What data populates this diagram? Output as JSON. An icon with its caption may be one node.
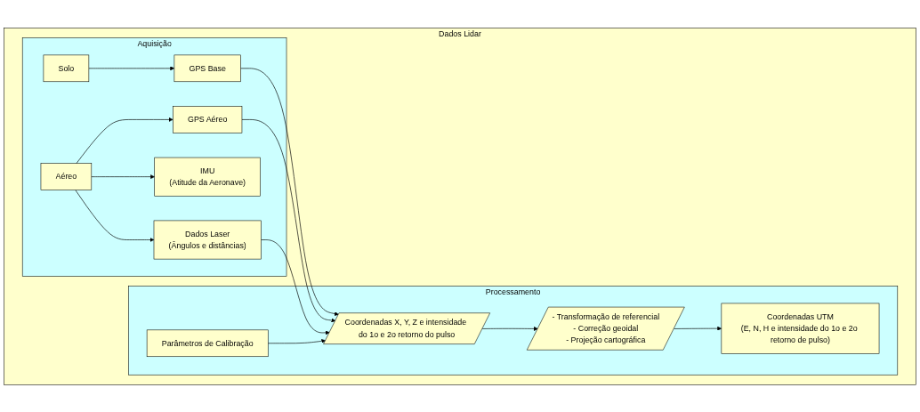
{
  "diagram": {
    "nodes": [
      {
        "text": [
          "Dados Lidar"
        ]
      },
      {
        "text": [
          "Aquisição"
        ],
        "in": 0
      },
      {
        "text": [
          "Solo"
        ],
        "in": 1
      },
      {
        "text": [
          "GPS Base"
        ],
        "in": 1
      },
      {
        "text": [
          "Aéreo"
        ],
        "in": 1
      },
      {
        "text": [
          "GPS Aéreo"
        ],
        "in": 1
      },
      {
        "text": [
          "IMU",
          "(Atitude da Aeronave)"
        ],
        "in": 1
      },
      {
        "text": [
          "Dados Laser",
          "(Ângulos e distâncias)"
        ],
        "in": 1
      },
      {
        "text": [
          "Processamento"
        ],
        "in": 0
      },
      {
        "text": [
          "Coordenadas X, Y, Z e intensidade do 1o e 2o retorno do pulso"
        ],
        "in": 8
      },
      {
        "text": [
          "- Transformação de referencial",
          "- Correção geoidal",
          "- Projeção cartográfica"
        ],
        "in": 8
      },
      {
        "text": [
          "Parâmetros de Calibração"
        ],
        "in": 8
      },
      {
        "text": [
          "Coordenadas UTM",
          "(E, N, H e intensidade do 1o e 2o retorno de pulso)"
        ],
        "in": 8
      }
    ],
    "edges": [
      {
        "from": 2,
        "to": 3,
        "arrow": "to"
      },
      {
        "from": 4,
        "to": 5,
        "arrow": "to"
      },
      {
        "from": 4,
        "to": 6,
        "arrow": "to"
      },
      {
        "from": 4,
        "to": 7,
        "arrow": "to"
      },
      {
        "from": 3,
        "to": 9,
        "arrow": "to"
      },
      {
        "from": 5,
        "to": 9,
        "arrow": "to"
      },
      {
        "from": 7,
        "to": 9,
        "arrow": "to"
      },
      {
        "from": 11,
        "to": 9,
        "arrow": "to"
      },
      {
        "from": 9,
        "to": 10,
        "arrow": "to"
      },
      {
        "from": 10,
        "to": 12,
        "arrow": "to"
      }
    ]
  }
}
